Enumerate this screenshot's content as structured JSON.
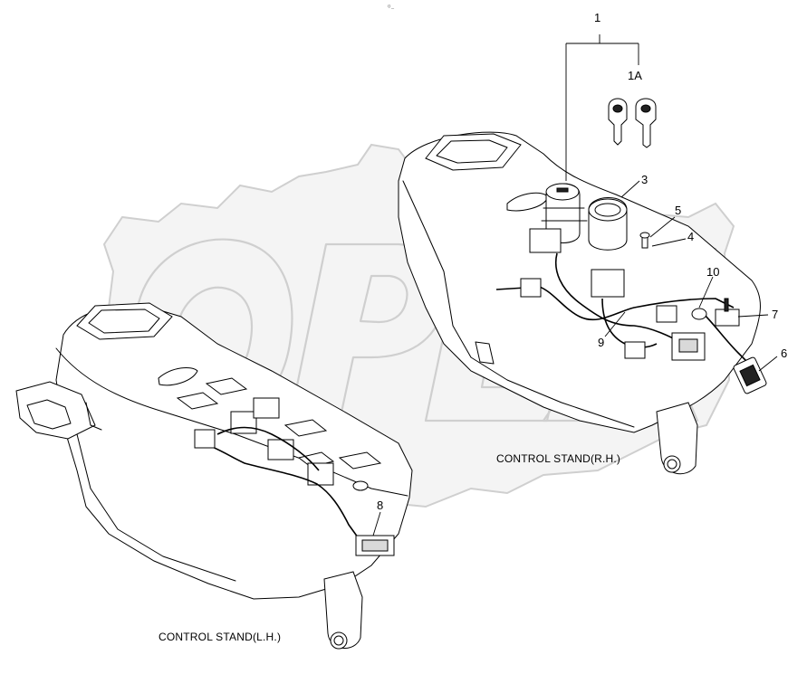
{
  "header_mark": "⁰₋",
  "watermark_text": "OPEX",
  "callouts": {
    "c1": "1",
    "c1a": "1A",
    "c3": "3",
    "c4": "4",
    "c5": "5",
    "c6": "6",
    "c7": "7",
    "c8": "8",
    "c9": "9",
    "c10": "10"
  },
  "captions": {
    "right_stand": "CONTROL STAND(R.H.)",
    "left_stand": "CONTROL STAND(L.H.)"
  }
}
